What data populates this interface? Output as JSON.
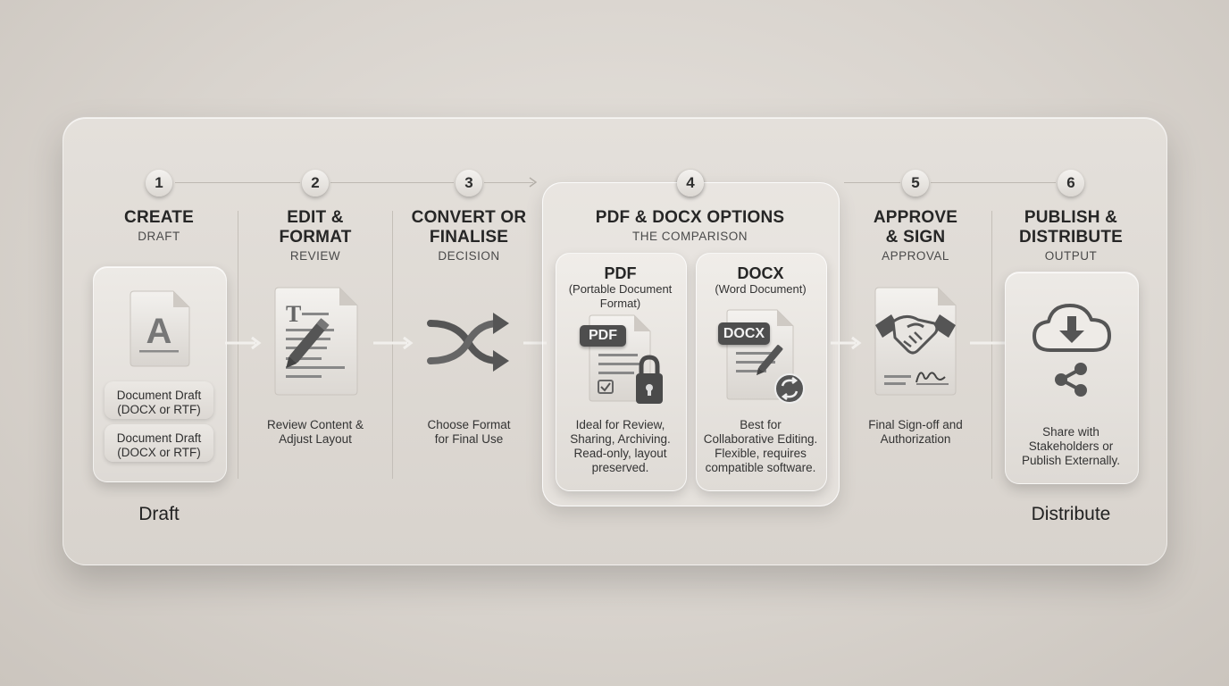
{
  "steps": [
    {
      "number": "1",
      "title_lines": [
        "CREATE"
      ],
      "subtitle": "DRAFT",
      "bottom_label": "Draft",
      "items": [
        "Document Draft\n(DOCX or RTF)",
        "Document Draft\n(DOCX or RTF)"
      ]
    },
    {
      "number": "2",
      "title_lines": [
        "EDIT &",
        "FORMAT"
      ],
      "subtitle": "REVIEW",
      "description": "Review Content &\nAdjust Layout"
    },
    {
      "number": "3",
      "title_lines": [
        "CONVERT OR",
        "FINALISE"
      ],
      "subtitle": "DECISION",
      "description": "Choose Format\nfor Final Use"
    },
    {
      "number": "4",
      "title_lines": [
        "PDF & DOCX OPTIONS"
      ],
      "subtitle": "THE COMPARISON",
      "options": [
        {
          "name": "PDF",
          "full_name": "(Portable Document\nFormat)",
          "badge": "PDF",
          "description": "Ideal for Review,\nSharing, Archiving.\nRead-only, layout\npreserved."
        },
        {
          "name": "DOCX",
          "full_name": "(Word Document)",
          "badge": "DOCX",
          "description": "Best for\nCollaborative Editing.\nFlexible, requires\ncompatible software."
        }
      ]
    },
    {
      "number": "5",
      "title_lines": [
        "APPROVE",
        "& SIGN"
      ],
      "subtitle": "APPROVAL",
      "description": "Final Sign-off and\nAuthorization"
    },
    {
      "number": "6",
      "title_lines": [
        "PUBLISH &",
        "DISTRIBUTE"
      ],
      "subtitle": "OUTPUT",
      "bottom_label": "Distribute",
      "description": "Share with\nStakeholders or\nPublish Externally."
    }
  ],
  "icons": {
    "step1": "font-document-icon",
    "step2": "edit-document-icon",
    "step3": "shuffle-arrows-icon",
    "pdf": "locked-pdf-icon",
    "docx": "docx-sync-icon",
    "step5": "handshake-signature-icon",
    "step6_top": "cloud-download-icon",
    "step6_bottom": "share-icon"
  },
  "colors": {
    "background": "#d9d4ce",
    "panel": "#e0dcd7",
    "text": "#262626",
    "icon": "#5a5a5a"
  }
}
